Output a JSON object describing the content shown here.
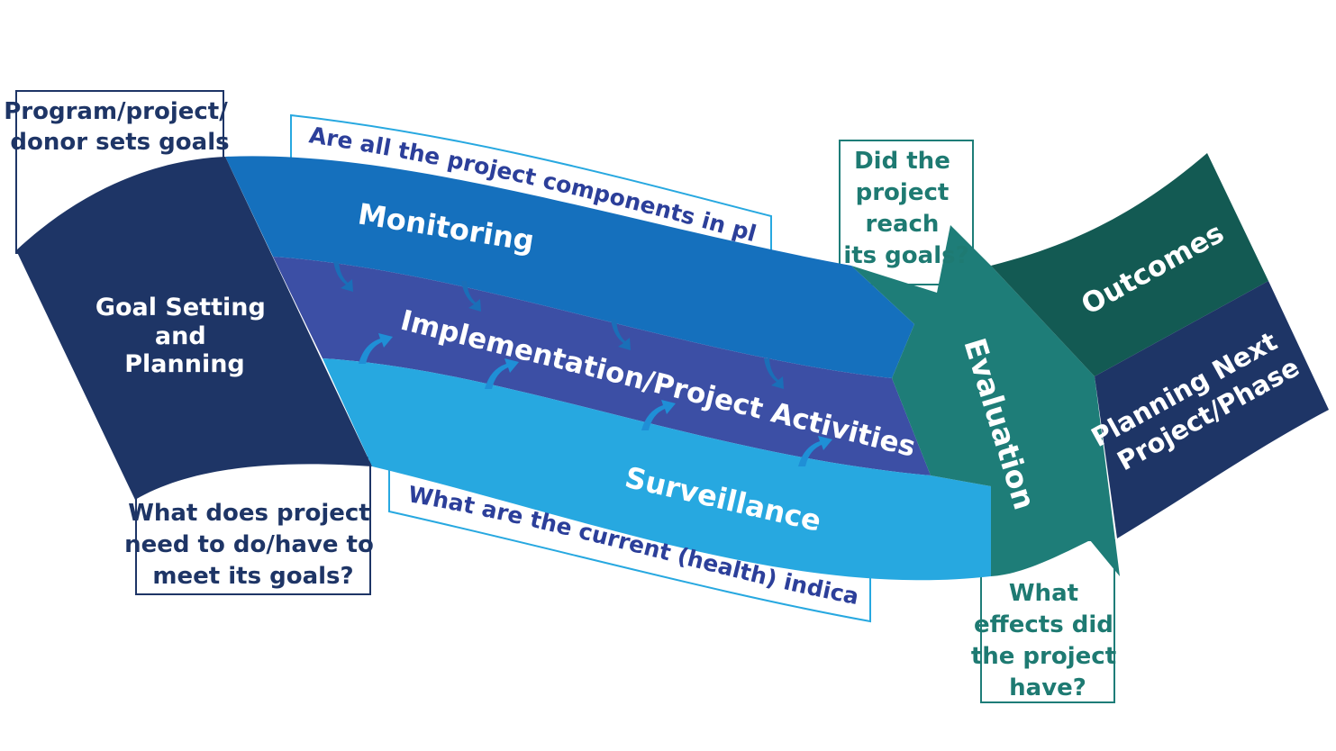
{
  "colors": {
    "goal_setting": "#1e3566",
    "monitoring": "#1570bd",
    "implementation": "#3c4fa5",
    "surveillance": "#27a8e0",
    "evaluation": "#1e7d78",
    "outcomes": "#135a53",
    "planning_next": "#1e3566",
    "navy_text": "#1e3566",
    "blue_text": "#2c3f9a",
    "teal_text": "#1e7a72"
  },
  "stages": {
    "goal_setting": [
      "Goal Setting",
      "and",
      "Planning"
    ],
    "monitoring": "Monitoring",
    "implementation": "Implementation/Project Activities",
    "surveillance": "Surveillance",
    "evaluation": "Evaluation",
    "outcomes": "Outcomes",
    "planning_next": [
      "Planning Next",
      "Project/Phase"
    ]
  },
  "questions": {
    "goals": [
      "Program/project/",
      "donor sets goals"
    ],
    "needs": [
      "What does project",
      "need to do/have to",
      "meet its goals?"
    ],
    "components": "Are all the project components in place?",
    "indicators": "What are the current (health) indicators?",
    "reach": [
      "Did the",
      "project",
      "reach",
      "its goals?"
    ],
    "effects": [
      "What",
      "effects did",
      "the project",
      "have?"
    ]
  },
  "icons": {
    "down_arrows": "curved-down-arrow-icon",
    "up_arrows": "curved-up-arrow-icon"
  }
}
